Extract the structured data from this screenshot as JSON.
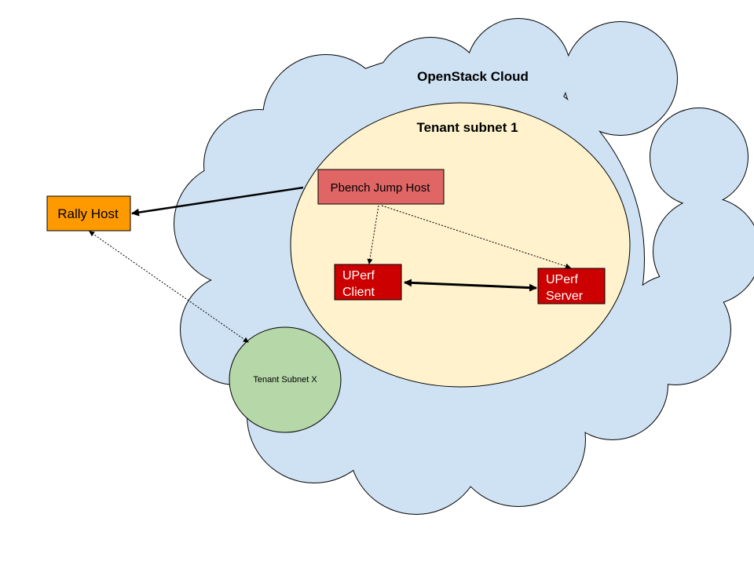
{
  "diagram": {
    "cloud": {
      "label": "OpenStack Cloud",
      "fill": "#cfe2f3"
    },
    "tenant_subnet_1": {
      "label": "Tenant subnet 1",
      "fill": "#fff2cc"
    },
    "tenant_subnet_x": {
      "label": "Tenant Subnet X",
      "fill": "#b6d7a8"
    },
    "rally_host": {
      "label": "Rally Host",
      "fill": "#ff9900"
    },
    "pbench_jump_host": {
      "label": "Pbench Jump Host",
      "fill": "#e06666"
    },
    "uperf_client": {
      "line1": "UPerf",
      "line2": "Client",
      "fill": "#cc0000"
    },
    "uperf_server": {
      "line1": "UPerf",
      "line2": "Server",
      "fill": "#cc0000"
    }
  }
}
